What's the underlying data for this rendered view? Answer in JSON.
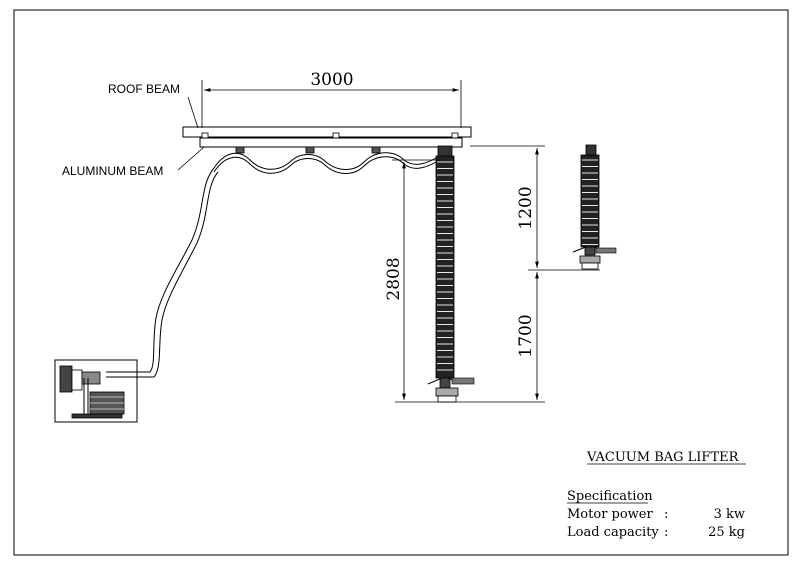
{
  "labels": {
    "roof_beam": "ROOF BEAM",
    "aluminum_beam": "ALUMINUM BEAM"
  },
  "dimensions": {
    "beam_length": "3000",
    "total_height": "2808",
    "upper_height": "1200",
    "lower_height": "1700"
  },
  "title": "VACUUM BAG LIFTER",
  "specification": {
    "heading": "Specification",
    "rows": [
      {
        "label": "Motor power",
        "sep": ":",
        "value": "3 kw"
      },
      {
        "label": "Load capacity",
        "sep": ":",
        "value": "25 kg"
      }
    ]
  }
}
